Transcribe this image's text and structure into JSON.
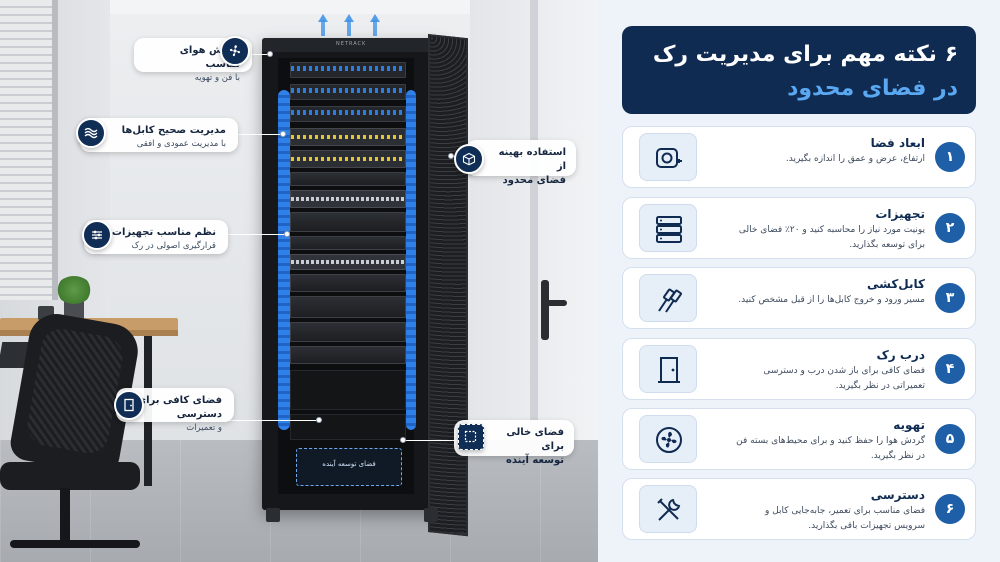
{
  "title": {
    "line1": "۶ نکته مهم برای مدیریت رک",
    "line2": "در فضای محدود"
  },
  "tips": [
    {
      "number": "۱",
      "title": "ابعاد فضا",
      "desc": "ارتفاع، عرض و عمق را اندازه بگیرید.",
      "icon": "tape-measure-icon"
    },
    {
      "number": "۲",
      "title": "تجهیزات",
      "desc": "یونیت مورد نیاز را محاسبه کنید و ۲۰٪ فضای خالی برای توسعه بگذارید.",
      "icon": "server-stack-icon"
    },
    {
      "number": "۳",
      "title": "کابل‌کشی",
      "desc": "مسیر ورود و خروج کابل‌ها را از قبل مشخص کنید.",
      "icon": "network-cable-icon"
    },
    {
      "number": "۴",
      "title": "درب رک",
      "desc": "فضای کافی برای باز شدن درب و دسترسی تعمیراتی در نظر بگیرید.",
      "icon": "door-icon"
    },
    {
      "number": "۵",
      "title": "تهویه",
      "desc": "گردش هوا را حفظ کنید و برای محیط‌های بسته فن در نظر بگیرید.",
      "icon": "fan-icon"
    },
    {
      "number": "۶",
      "title": "دسترسی",
      "desc": "فضای مناسب برای تعمیر، جابه‌جایی کابل و سرویس تجهیزات باقی بگذارید.",
      "icon": "tools-icon"
    }
  ],
  "callouts": {
    "airflow": {
      "title": "گردش هوای مناسب",
      "sub": "با فن و تهویه"
    },
    "cabling": {
      "title": "مدیریت صحیح کابل‌ها",
      "sub": "با مدیریت عمودی و افقی"
    },
    "order": {
      "title": "نظم مناسب تجهیزات",
      "sub": "قرارگیری اصولی در رک"
    },
    "access": {
      "title": "فضای کافی برای دسترسی",
      "sub": "و تعمیرات"
    },
    "space": {
      "title": "استفاده بهینه از",
      "sub": "فضای محدود"
    },
    "expansion": {
      "title": "فضای خالی برای",
      "sub": "توسعه آینده"
    }
  },
  "rack": {
    "reserve_label": "فضای توسعه آینده",
    "brand": "NETRACK"
  },
  "colors": {
    "navy": "#0f2b52",
    "accent_blue": "#5aa8f2",
    "badge_blue": "#1f5fa8",
    "cable_blue": "#2f80e8"
  }
}
